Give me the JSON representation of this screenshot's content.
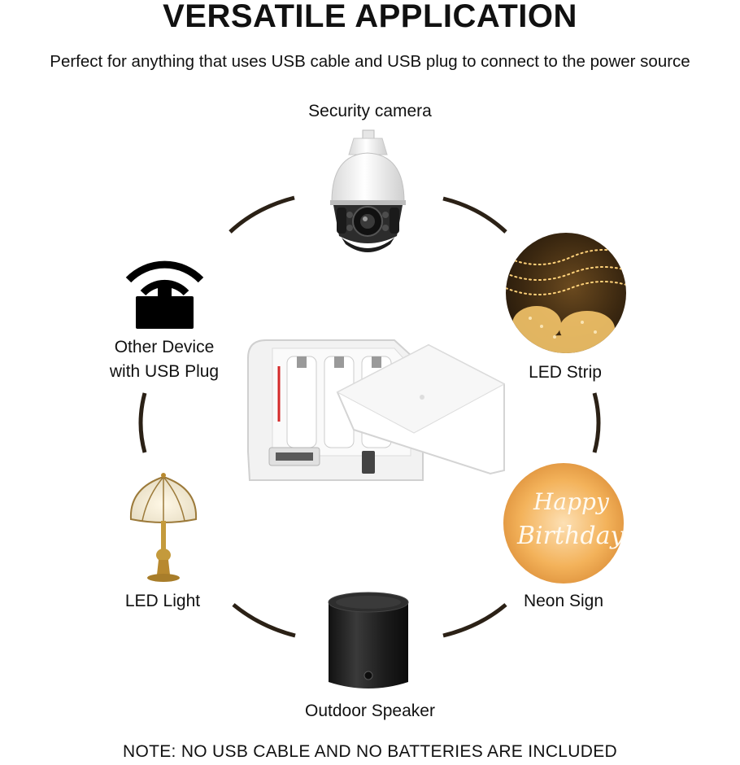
{
  "header": {
    "title": "VERSATILE APPLICATION",
    "subtitle": "Perfect for anything that uses USB cable and USB plug to connect to the power source"
  },
  "applications": {
    "security_camera": "Security camera",
    "other_device_line1": "Other Device",
    "other_device_line2": "with USB Plug",
    "led_strip": "LED Strip",
    "led_light": "LED Light",
    "neon_sign": "Neon Sign",
    "outdoor_speaker": "Outdoor Speaker"
  },
  "neon_sign_text": {
    "line1": "Happy",
    "line2": "Birthday"
  },
  "footer": {
    "note": "NOTE: NO USB CABLE AND NO BATTERIES ARE INCLUDED"
  },
  "colors": {
    "ring": "#2b2116",
    "text": "#111111",
    "warm_glow": "#f3b25a"
  },
  "icons": {
    "camera": "dome-security-camera",
    "wifi": "wifi-router-icon",
    "lamp": "table-lamp",
    "speaker": "cylinder-speaker",
    "box": "battery-box"
  }
}
